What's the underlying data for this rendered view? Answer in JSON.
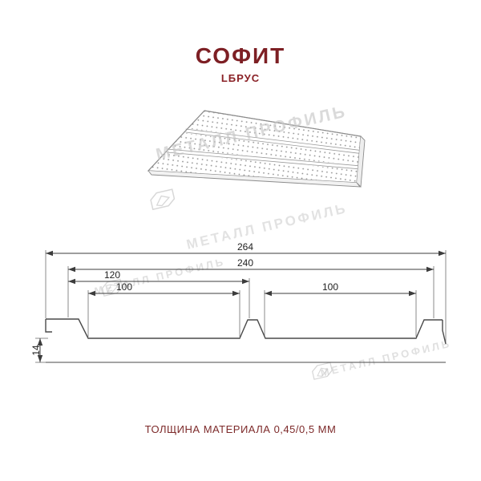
{
  "header": {
    "title": "СОФИТ",
    "subtitle": "LБРУС"
  },
  "footer": {
    "text": "ТОЛЩИНА МАТЕРИАЛА 0,45/0,5 ММ"
  },
  "watermark": {
    "text": "МЕТАЛЛ ПРОФИЛЬ",
    "logo_icon": "metall-profil-logo"
  },
  "drawing": {
    "type": "soffit-profile-cross-section",
    "dim_total": "264",
    "dim_inner": "240",
    "dim_left_module": "120",
    "dim_plank_left": "100",
    "dim_plank_right": "100",
    "dim_height": "14",
    "units": "mm"
  },
  "colors": {
    "accent_title": "#7d1f24",
    "footer_text": "#7d2a2a",
    "drawing_lines": "#4a4a4a",
    "dimension_lines": "#3c3c3c",
    "watermark": "#c7c7c7"
  }
}
